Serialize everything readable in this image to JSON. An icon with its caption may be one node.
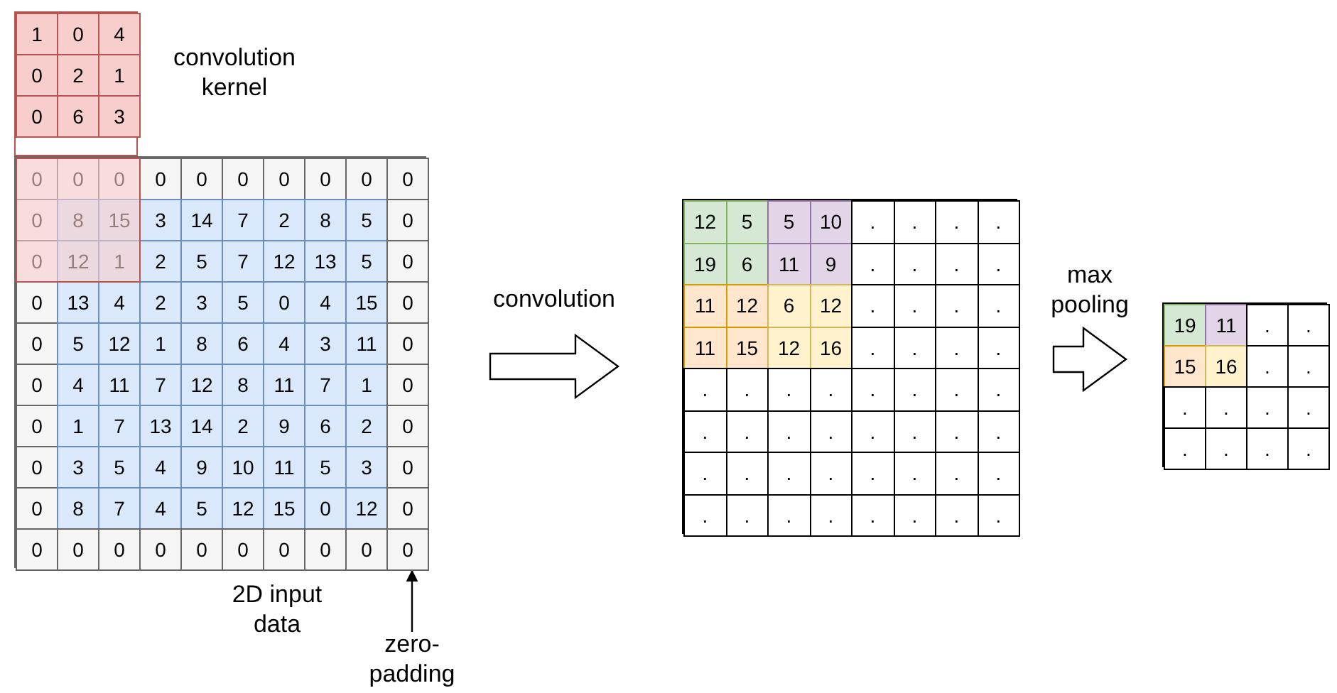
{
  "diagram": {
    "nodes": [
      {
        "text": [],
        "shape": "box",
        "beside": [
          "convolution kernel"
        ]
      },
      {
        "text": [],
        "shape": "box",
        "beside": [
          "2D input data"
        ]
      },
      {
        "text": [],
        "shape": "box"
      },
      {
        "text": [],
        "shape": "box"
      },
      {
        "text": [
          "zero-padding"
        ]
      }
    ],
    "edges": [
      {
        "from": 1,
        "to": 2,
        "arrow": "to",
        "label": "convolution",
        "style": "thick"
      },
      {
        "from": 2,
        "to": 3,
        "arrow": "to",
        "label": "max pooling",
        "style": "thick"
      },
      {
        "from": 4,
        "to": 1,
        "arrow": "to"
      }
    ],
    "labels": [
      "1",
      "0",
      "4",
      "0",
      "2",
      "1",
      "0",
      "6",
      "3",
      "0",
      "0",
      "0",
      "0",
      "0",
      "0",
      "0",
      "0",
      "0",
      "0",
      "0",
      "8",
      "15",
      "3",
      "14",
      "7",
      "2",
      "8",
      "5",
      "0",
      "0",
      "12",
      "1",
      "2",
      "5",
      "7",
      "12",
      "13",
      "5",
      "0",
      "0",
      "13",
      "4",
      "2",
      "3",
      "5",
      "0",
      "4",
      "15",
      "0",
      "0",
      "5",
      "12",
      "1",
      "8",
      "6",
      "4",
      "3",
      "11",
      "0",
      "0",
      "4",
      "11",
      "7",
      "12",
      "8",
      "11",
      "7",
      "1",
      "0",
      "0",
      "1",
      "7",
      "13",
      "14",
      "2",
      "9",
      "6",
      "2",
      "0",
      "0",
      "3",
      "5",
      "4",
      "9",
      "10",
      "11",
      "5",
      "3",
      "0",
      "0",
      "8",
      "7",
      "4",
      "5",
      "12",
      "15",
      "0",
      "12",
      "0",
      "0",
      "0",
      "0",
      "0",
      "0",
      "0",
      "0",
      "0",
      "0",
      "0",
      "12",
      "5",
      "5",
      "10",
      ".",
      ".",
      ".",
      ".",
      "19",
      "6",
      "11",
      "9",
      ".",
      ".",
      ".",
      ".",
      "11",
      "12",
      "6",
      "12",
      ".",
      ".",
      ".",
      ".",
      "11",
      "15",
      "12",
      "16",
      ".",
      ".",
      ".",
      ".",
      ".",
      ".",
      ".",
      ".",
      ".",
      ".",
      ".",
      ".",
      ".",
      ".",
      ".",
      ".",
      ".",
      ".",
      ".",
      ".",
      ".",
      ".",
      ".",
      ".",
      ".",
      ".",
      ".",
      ".",
      ".",
      ".",
      ".",
      ".",
      ".",
      ".",
      ".",
      ".",
      "19",
      "11",
      ".",
      ".",
      "15",
      "16",
      ".",
      ".",
      ".",
      ".",
      ".",
      ".",
      ".",
      ".",
      ".",
      "."
    ]
  }
}
